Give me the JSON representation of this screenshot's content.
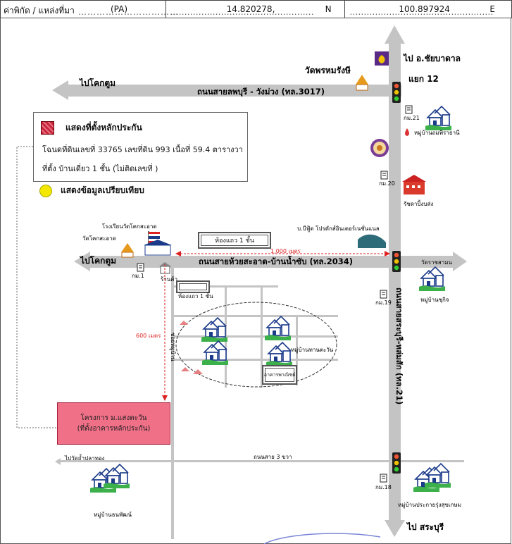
{
  "header": {
    "coord_label": "ค่าพิกัด / แหล่งที่มา",
    "source_code": "(PA)",
    "latitude": "14.820278,",
    "lat_suffix": "N",
    "longitude": "100.897924",
    "lon_suffix": "E"
  },
  "legend": {
    "asset_title": "แสดงที่ตั้งหลักประกัน",
    "asset_deed": "โฉนดที่ดินเลขที่ 33765 เลขที่ดิน 993 เนื้อที่ 59.4 ตารางวา",
    "asset_location": "ที่ตั้ง บ้านเดี่ยว 1 ชั้น (ไม่ติดเลขที่ )",
    "comparable_title": "แสดงข้อมูลเปรียบเทียบ",
    "asset_color": "#c8243c",
    "comparable_color": "#f4e800"
  },
  "roads": {
    "road_3017": "ถนนสายลพบุรี - วังม่วง (ทล.3017)",
    "road_2034": "ถนนสายห้วยสะอาด-บ้านน้ำซับ (ทล.2034)",
    "road_21": "ถนนสายสระบุรี-หล่มสัก (ทล.21)",
    "road_3khwa": "ถนนสาย 3 ขวา",
    "soi_name": "ซอยหมู่บ้าน"
  },
  "directions": {
    "to_khok_tum_top": "ไปโคกตูม",
    "to_khok_tum_mid": "ไปโคกตูม",
    "to_chai_badan": "ไป อ.ชัยบาดาล",
    "to_saraburi": "ไป สระบุรี",
    "to_wat_pa": "ไปวัดถ้ำปลาทอง"
  },
  "places": {
    "junction_12": "แยก 12",
    "wat_phrom": "วัดพรหมรังษี",
    "km21": "กม.21",
    "km20": "กม.20",
    "km19": "กม.19",
    "km18": "กม.18",
    "km1": "กม.1",
    "village_sirathani": "หมู่บ้านถมพิราธานี",
    "school_chonsong": "รัชดาปิ้งบส่ง",
    "school_khoksaart": "โรงเรียนวัดโคกสะอาด",
    "wat_khoksaart": "วัดโคกสะอาด",
    "shop": "ร้านค้า",
    "shophouse_top": "ห้องแถว 1 ชั้น",
    "shophouse_low": "ห้องแถว 1 ชั้น",
    "company": "บ.บีฟู้ด โปรดักส์อินเตอร์เนชั่นแนล",
    "wat_tharam": "วัดราชสามน",
    "village_sukit": "หมู่บ้านชุกิจ",
    "village_thanthawan": "หมู่บ้านทานตะวัน",
    "commercial_bldg": "อาคารพาณิชย์",
    "village_prasongsuk": "หมู่บ้านประกายรุ่งสุขเกษม",
    "village_thanphat": "หมู่บ้านธนพัฒน์",
    "project_line1": "โครงการ ม.แสงตะวัน",
    "project_line2": "(ที่ตั้งอาคารหลักประกัน)",
    "project_color": "#f07088"
  },
  "distances": {
    "d1000": "1,000 เมตร",
    "d600": "600 เมตร"
  }
}
